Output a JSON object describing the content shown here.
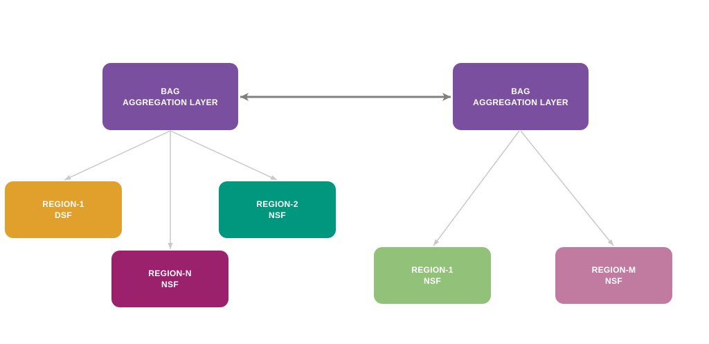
{
  "colors": {
    "bag": "#7a4f9f",
    "region_dsf": "#e0a02b",
    "region_nsf_teal": "#00977f",
    "region_nsf_magenta": "#9c216d",
    "region_nsf_green": "#92c27a",
    "region_nsf_pink": "#c27ba0",
    "connector": "#c9c9c9",
    "bidirectional_arrow": "#808080"
  },
  "nodes": {
    "bag_left": {
      "line1": "BAG",
      "line2": "AGGREGATION LAYER",
      "color_key": "bag"
    },
    "bag_right": {
      "line1": "BAG",
      "line2": "AGGREGATION LAYER",
      "color_key": "bag"
    },
    "l_region_1": {
      "line1": "REGION-1",
      "line2": "DSF",
      "color_key": "region_dsf"
    },
    "l_region_2": {
      "line1": "REGION-2",
      "line2": "NSF",
      "color_key": "region_nsf_teal"
    },
    "l_region_n": {
      "line1": "REGION-N",
      "line2": "NSF",
      "color_key": "region_nsf_magenta"
    },
    "r_region_1": {
      "line1": "REGION-1",
      "line2": "NSF",
      "color_key": "region_nsf_green"
    },
    "r_region_m": {
      "line1": "REGION-M",
      "line2": "NSF",
      "color_key": "region_nsf_pink"
    }
  },
  "edges": [
    {
      "from": "bag_left",
      "to": "bag_right",
      "style": "bidirectional"
    },
    {
      "from": "bag_left",
      "to": "l_region_1",
      "style": "directed"
    },
    {
      "from": "bag_left",
      "to": "l_region_n",
      "style": "directed"
    },
    {
      "from": "bag_left",
      "to": "l_region_2",
      "style": "directed"
    },
    {
      "from": "bag_right",
      "to": "r_region_1",
      "style": "directed"
    },
    {
      "from": "bag_right",
      "to": "r_region_m",
      "style": "directed"
    }
  ]
}
